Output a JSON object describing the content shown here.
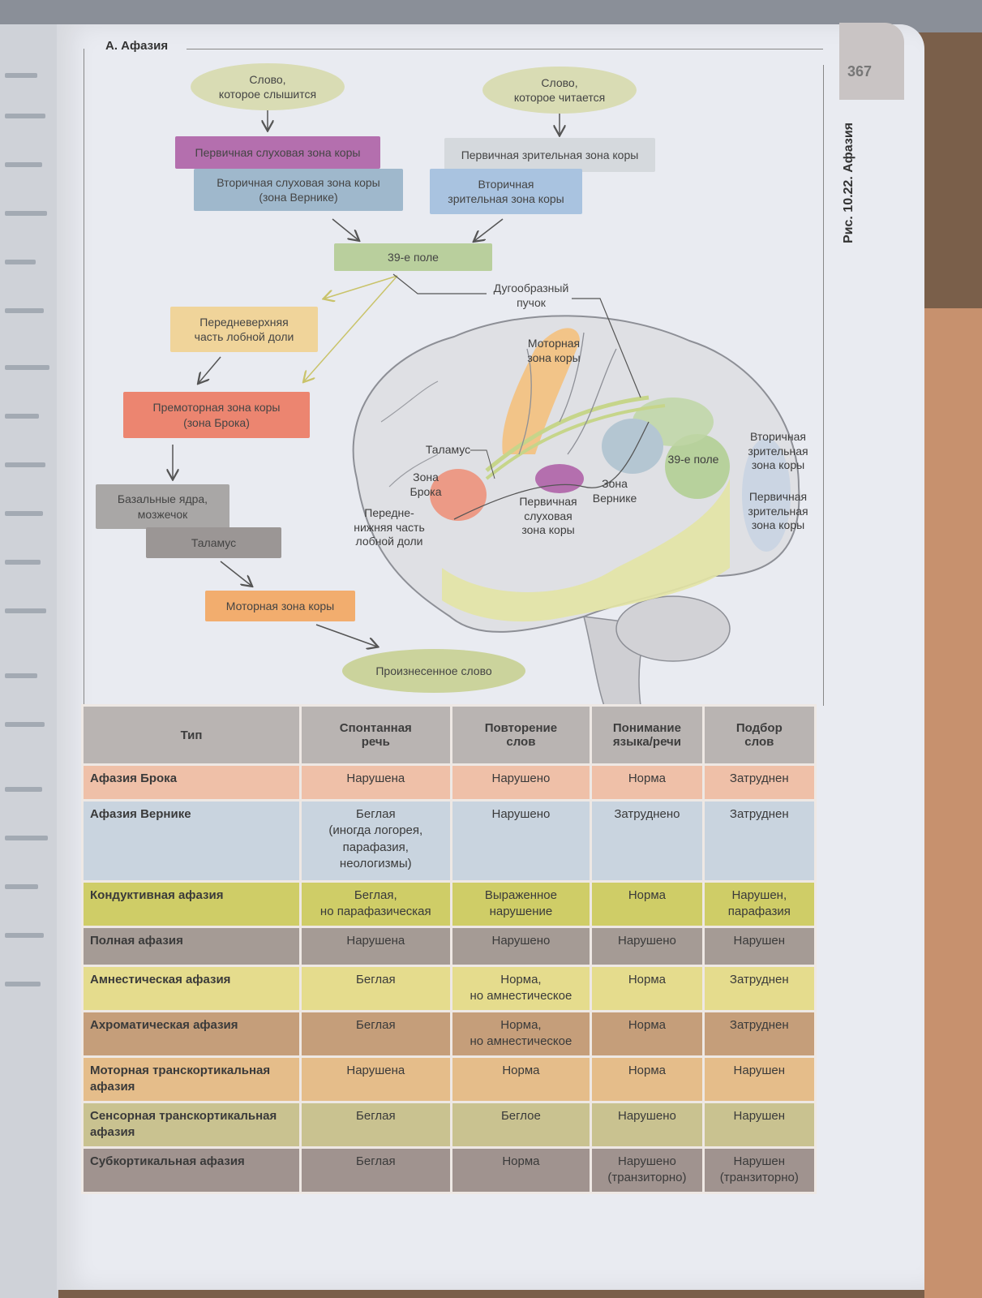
{
  "page": {
    "section_title": "А. Афазия",
    "page_number": "367",
    "figure_caption": "Рис. 10.22. Афазия"
  },
  "diagram": {
    "word_heard": "Слово,\nкоторое слышится",
    "word_read": "Слово,\nкоторое читается",
    "primary_auditory": "Первичная слуховая зона коры",
    "secondary_auditory": "Вторичная слуховая зона коры\n(зона Вернике)",
    "primary_visual": "Первичная зрительная зона коры",
    "secondary_visual": "Вторичная\nзрительная зона коры",
    "field_39": "39-е поле",
    "arcuate": "Дугообразный\nпучок",
    "anterosuperior_frontal": "Передневерхняя\nчасть лобной доли",
    "premotor": "Премоторная зона коры\n(зона Брока)",
    "basal_ganglia": "Базальные ядра,\nмозжечок",
    "thalamus_box": "Таламус",
    "motor_cortex_box": "Моторная зона коры",
    "spoken_word": "Произнесенное слово"
  },
  "brain_labels": {
    "motor": "Моторная\nзона коры",
    "thalamus": "Таламус",
    "broca": "Зона\nБрока",
    "anteroinferior": "Передне-\nнижняя часть\nлобной доли",
    "primary_auditory": "Первичная\nслуховая\nзона коры",
    "wernicke": "Зона\nВернике",
    "field_39": "39-е поле",
    "secondary_visual": "Вторичная\nзрительная\nзона коры",
    "primary_visual": "Первичная\nзрительная\nзона коры"
  },
  "colors": {
    "primary_auditory": "#b46fae",
    "secondary_auditory": "#9fb8cc",
    "primary_visual": "#d5d9dd",
    "secondary_visual": "#a9c3e0",
    "field_39": "#b9cf9d",
    "anterosuperior_frontal": "#f0d49a",
    "premotor": "#ec8570",
    "basal_ganglia": "#a9a7a6",
    "thalamus": "#9b9695",
    "motor": "#f2ad6e",
    "spoken_word": "#cbd39c"
  },
  "table": {
    "headers": [
      "Тип",
      "Спонтанная\nречь",
      "Повторение\nслов",
      "Понимание\nязыка/речи",
      "Подбор\nслов"
    ],
    "rows": [
      {
        "bg": "#efc0a8",
        "cells": [
          "Афазия Брока",
          "Нарушена",
          "Нарушено",
          "Норма",
          "Затруднен"
        ]
      },
      {
        "bg": "#c9d4df",
        "cells": [
          "Афазия Вернике",
          "Беглая\n(иногда логорея,\nпарафазия,\nнеологизмы)",
          "Нарушено",
          "Затруднено",
          "Затруднен"
        ]
      },
      {
        "bg": "#cfcd67",
        "cells": [
          "Кондуктивная афазия",
          "Беглая,\nно парафазическая",
          "Выраженное\nнарушение",
          "Норма",
          "Нарушен,\nпарафазия"
        ]
      },
      {
        "bg": "#a59b95",
        "cells": [
          "Полная афазия",
          "Нарушена",
          "Нарушено",
          "Нарушено",
          "Нарушен"
        ]
      },
      {
        "bg": "#e5dc8d",
        "cells": [
          "Амнестическая афазия",
          "Беглая",
          "Норма,\nно амнестическое",
          "Норма",
          "Затруднен"
        ]
      },
      {
        "bg": "#c59e7a",
        "cells": [
          "Ахроматическая афазия",
          "Беглая",
          "Норма,\nно амнестическое",
          "Норма",
          "Затруднен"
        ]
      },
      {
        "bg": "#e5bd8a",
        "cells": [
          "Моторная транскортикальная\nафазия",
          "Нарушена",
          "Норма",
          "Норма",
          "Нарушен"
        ]
      },
      {
        "bg": "#c9c290",
        "cells": [
          "Сенсорная транскортикальная\nафазия",
          "Беглая",
          "Беглое",
          "Нарушено",
          "Нарушен"
        ]
      },
      {
        "bg": "#a0938f",
        "cells": [
          "Субкортикальная афазия",
          "Беглая",
          "Норма",
          "Нарушено\n(транзиторно)",
          "Нарушен\n(транзиторно)"
        ]
      }
    ]
  }
}
